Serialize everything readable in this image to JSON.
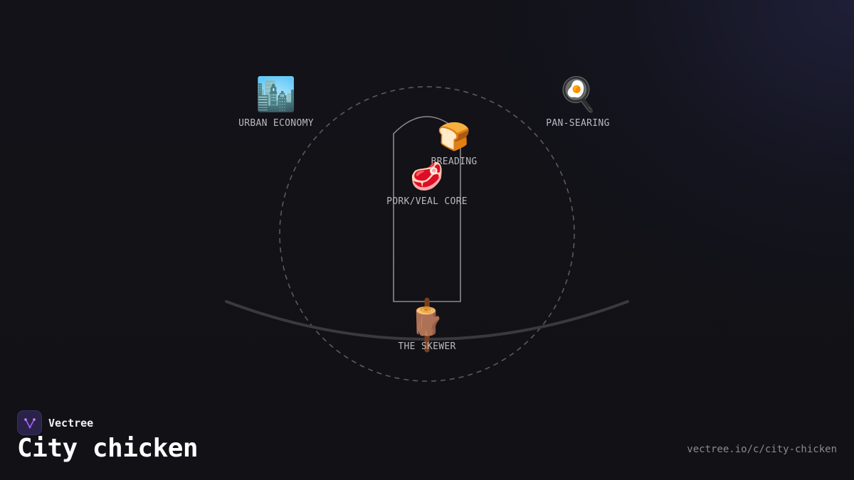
{
  "nodes": {
    "urban": {
      "emoji": "🏙️",
      "label": "URBAN ECONOMY"
    },
    "pan": {
      "emoji": "🍳",
      "label": "PAN-SEARING"
    },
    "bread": {
      "emoji": "🍞",
      "label": "BREADING"
    },
    "pork": {
      "emoji": "🥩",
      "label": "PORK/VEAL CORE"
    },
    "skewer": {
      "emoji": "🪵",
      "label": "THE SKEWER"
    }
  },
  "brand": {
    "name": "Vectree",
    "logo_icon": "tree-icon",
    "accent": "#9b5cf0"
  },
  "page": {
    "title": "City chicken",
    "url": "vectree.io/c/city-chicken"
  },
  "colors": {
    "background": "#111116",
    "dashed_circle": "#5a5a60",
    "arch_outline": "#8a8a8e",
    "ground_curve": "#3a3a3e",
    "label": "#b9b9c0"
  }
}
